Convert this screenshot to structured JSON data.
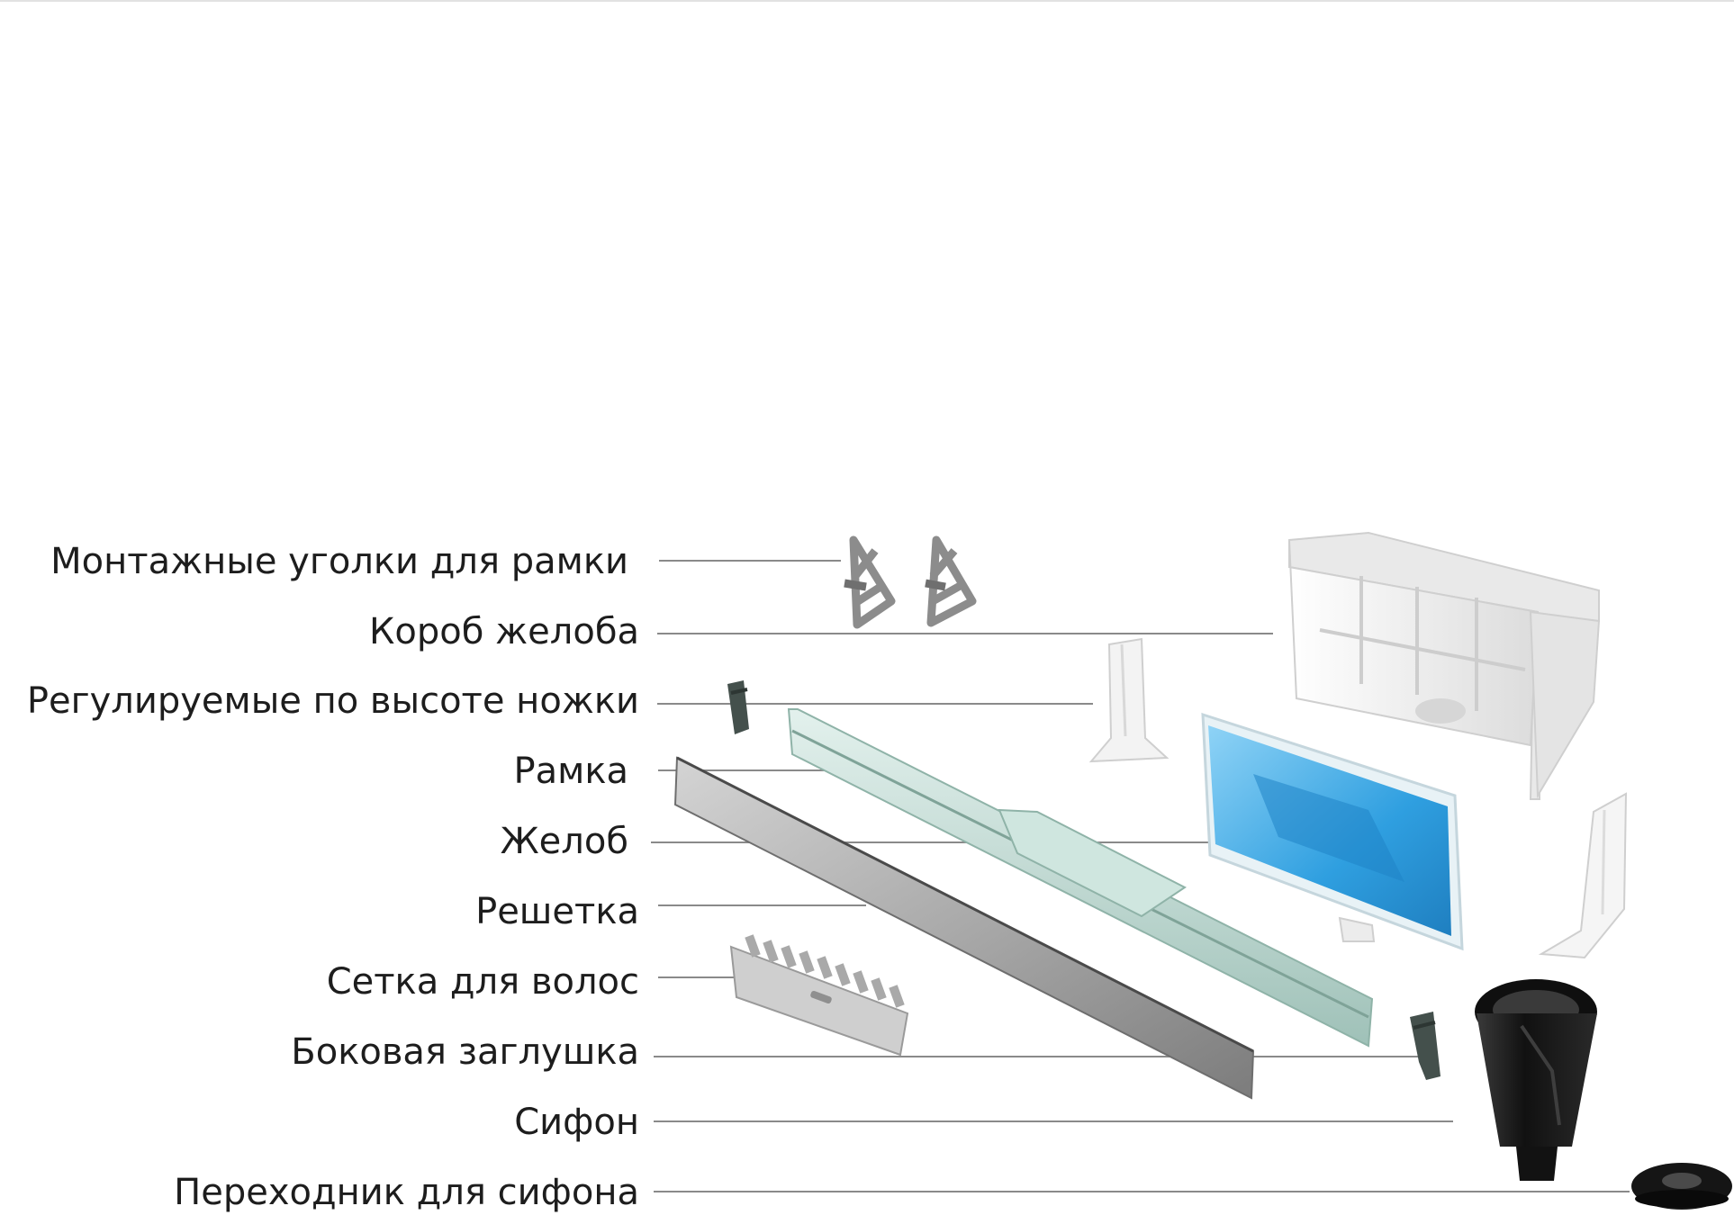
{
  "labels": [
    "Монтажные уголки для рамки",
    "Короб желоба",
    "Регулируемые по высоте ножки",
    "Рамка",
    "Желоб",
    "Решетка",
    "Сетка для волос",
    "Боковая заглушка",
    "Сифон",
    "Переходник для сифона"
  ],
  "colors": {
    "label_text": "#1d1d1d",
    "leader_line": "#8a8a8a",
    "frame_green": "#b9d6cf",
    "box_white": "#f1f1f1",
    "channel_blue": "#3aa8e6",
    "grate_grey": "#9c9c9c",
    "siphon_black": "#161616",
    "end_cap_grey": "#44504c",
    "bracket_grey": "#8c8c8c"
  }
}
